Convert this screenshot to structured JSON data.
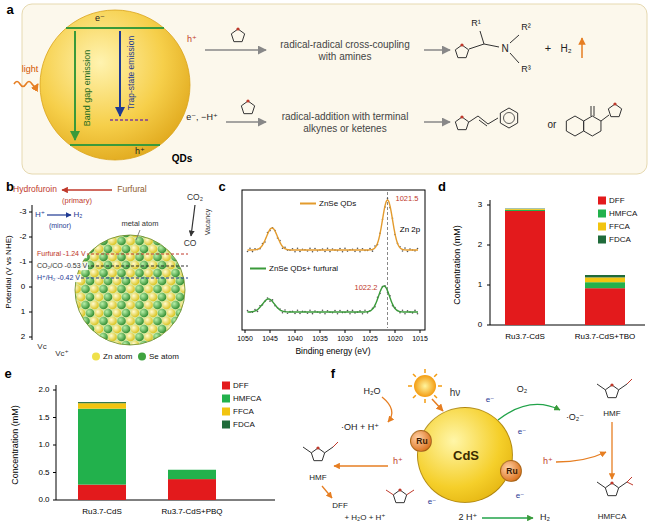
{
  "diagram": {
    "nodes": [
      {
        "text": [
          "Band gap emission",
          "Trap-state emission",
          "QDs"
        ]
      },
      {
        "text": [
          "CdS"
        ]
      },
      {
        "text": [
          "Ru"
        ],
        "in": 1
      },
      {
        "text": [
          "Ru"
        ],
        "in": 1
      }
    ],
    "labels": [
      "a",
      "e⁻",
      "h⁺",
      "light",
      "h⁺",
      "e⁻, −H⁺",
      "radical-radical cross-coupling with amines",
      "radical-addition with terminal alkynes or ketenes",
      "R¹",
      "N",
      "R²",
      "R³",
      "+",
      "H₂",
      "or",
      "b",
      "Hydrofuroin",
      "(primary)",
      "Furfural",
      "H⁺",
      "H₂",
      "(minor)",
      "metal atom",
      "CO₂",
      "CO",
      "Vacancy",
      "Potential (V vs NHE)",
      "-3",
      "-2",
      "-1",
      "0",
      "1",
      "2",
      "Furfural -1.24 V",
      "CO₂/CO -0.53 V",
      "H⁺/H₂ -0.42 V",
      "Vc",
      "Vc⁺",
      "c",
      "Zn 2p",
      "1021.5",
      "1022.2",
      "1050",
      "1045",
      "1040",
      "1035",
      "1030",
      "1025",
      "1020",
      "1015",
      "Binding energy (eV)",
      "d",
      "Concentration (mM)",
      "0",
      "1",
      "2",
      "3",
      "Ru3.7-CdS",
      "Ru3.7-CdS+TBO",
      "e",
      "Concentration (mM)",
      "0.0",
      "0.5",
      "1.0",
      "1.5",
      "2.0",
      "Ru3.7-CdS",
      "Ru3.7-CdS+PBQ",
      "f",
      "hν",
      "H₂O",
      "·OH + H⁺",
      "h⁺",
      "HMF",
      "DFF",
      "+ H₂O + H⁺",
      "O₂",
      "·O₂⁻",
      "HMF",
      "h⁺",
      "HMFCA",
      "2 H⁺",
      "H₂",
      "e⁻",
      "e⁻",
      "e⁻",
      "e⁻"
    ],
    "legend": [
      {
        "text": "Zn atom",
        "color": "#efe04a"
      },
      {
        "text": "Se atom",
        "color": "#3fa33f"
      },
      {
        "text": "ZnSe QDs"
      },
      {
        "text": "ZnSe QDs+ furfural"
      },
      {
        "text": "DFF",
        "color": "#e31a1c"
      },
      {
        "text": "HMFCA",
        "color": "#22b14c"
      },
      {
        "text": "FFCA",
        "color": "#f2c40f"
      },
      {
        "text": "FDCA",
        "color": "#1f6b3a"
      },
      {
        "text": "DFF",
        "color": "#e31a1c"
      },
      {
        "text": "HMFCA",
        "color": "#22b14c"
      },
      {
        "text": "FFCA",
        "color": "#f2c40f"
      },
      {
        "text": "FDCA",
        "color": "#1f6b3a"
      }
    ]
  }
}
